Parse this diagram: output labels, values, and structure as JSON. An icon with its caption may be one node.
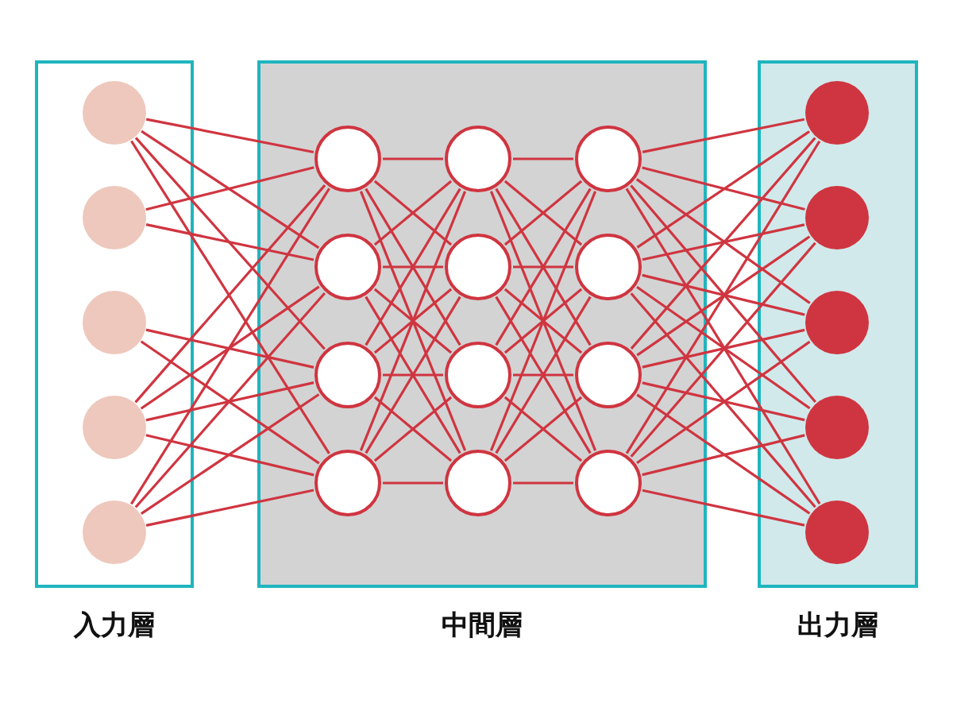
{
  "diagram": {
    "nodes": [
      {
        "text": [
          "入力層"
        ]
      },
      {
        "text": [],
        "shape": "circle",
        "in": 0
      },
      {
        "text": [],
        "shape": "circle",
        "in": 0
      },
      {
        "text": [],
        "shape": "circle",
        "in": 0
      },
      {
        "text": [],
        "shape": "circle",
        "in": 0
      },
      {
        "text": [],
        "shape": "circle",
        "in": 0
      },
      {
        "text": [
          "中間層"
        ]
      },
      {
        "text": [],
        "shape": "circle",
        "in": 6
      },
      {
        "text": [],
        "shape": "circle",
        "in": 6
      },
      {
        "text": [],
        "shape": "circle",
        "in": 6
      },
      {
        "text": [],
        "shape": "circle",
        "in": 6
      },
      {
        "text": [],
        "shape": "circle",
        "in": 6
      },
      {
        "text": [],
        "shape": "circle",
        "in": 6
      },
      {
        "text": [],
        "shape": "circle",
        "in": 6
      },
      {
        "text": [],
        "shape": "circle",
        "in": 6
      },
      {
        "text": [],
        "shape": "circle",
        "in": 6
      },
      {
        "text": [],
        "shape": "circle",
        "in": 6
      },
      {
        "text": [],
        "shape": "circle",
        "in": 6
      },
      {
        "text": [],
        "shape": "circle",
        "in": 6
      },
      {
        "text": [
          "出力層"
        ]
      },
      {
        "text": [],
        "shape": "circle",
        "in": 19
      },
      {
        "text": [],
        "shape": "circle",
        "in": 19
      },
      {
        "text": [],
        "shape": "circle",
        "in": 19
      },
      {
        "text": [],
        "shape": "circle",
        "in": 19
      },
      {
        "text": [],
        "shape": "circle",
        "in": 19
      }
    ],
    "edges": [
      {
        "from": 1,
        "to": 7,
        "arrow": "none"
      },
      {
        "from": 1,
        "to": 8,
        "arrow": "none"
      },
      {
        "from": 1,
        "to": 9,
        "arrow": "none"
      },
      {
        "from": 1,
        "to": 10,
        "arrow": "none"
      },
      {
        "from": 2,
        "to": 7,
        "arrow": "none"
      },
      {
        "from": 2,
        "to": 8,
        "arrow": "none"
      },
      {
        "from": 3,
        "to": 9,
        "arrow": "none"
      },
      {
        "from": 3,
        "to": 10,
        "arrow": "none"
      },
      {
        "from": 4,
        "to": 7,
        "arrow": "none"
      },
      {
        "from": 4,
        "to": 8,
        "arrow": "none"
      },
      {
        "from": 4,
        "to": 9,
        "arrow": "none"
      },
      {
        "from": 4,
        "to": 10,
        "arrow": "none"
      },
      {
        "from": 5,
        "to": 7,
        "arrow": "none"
      },
      {
        "from": 5,
        "to": 8,
        "arrow": "none"
      },
      {
        "from": 5,
        "to": 9,
        "arrow": "none"
      },
      {
        "from": 5,
        "to": 10,
        "arrow": "none"
      },
      {
        "from": 7,
        "to": 11,
        "arrow": "none"
      },
      {
        "from": 7,
        "to": 12,
        "arrow": "none"
      },
      {
        "from": 7,
        "to": 13,
        "arrow": "none"
      },
      {
        "from": 7,
        "to": 14,
        "arrow": "none"
      },
      {
        "from": 8,
        "to": 11,
        "arrow": "none"
      },
      {
        "from": 8,
        "to": 12,
        "arrow": "none"
      },
      {
        "from": 8,
        "to": 13,
        "arrow": "none"
      },
      {
        "from": 8,
        "to": 14,
        "arrow": "none"
      },
      {
        "from": 9,
        "to": 11,
        "arrow": "none"
      },
      {
        "from": 9,
        "to": 12,
        "arrow": "none"
      },
      {
        "from": 9,
        "to": 13,
        "arrow": "none"
      },
      {
        "from": 9,
        "to": 14,
        "arrow": "none"
      },
      {
        "from": 10,
        "to": 11,
        "arrow": "none"
      },
      {
        "from": 10,
        "to": 12,
        "arrow": "none"
      },
      {
        "from": 10,
        "to": 13,
        "arrow": "none"
      },
      {
        "from": 10,
        "to": 14,
        "arrow": "none"
      },
      {
        "from": 11,
        "to": 15,
        "arrow": "none"
      },
      {
        "from": 11,
        "to": 16,
        "arrow": "none"
      },
      {
        "from": 11,
        "to": 17,
        "arrow": "none"
      },
      {
        "from": 11,
        "to": 18,
        "arrow": "none"
      },
      {
        "from": 12,
        "to": 15,
        "arrow": "none"
      },
      {
        "from": 12,
        "to": 16,
        "arrow": "none"
      },
      {
        "from": 12,
        "to": 17,
        "arrow": "none"
      },
      {
        "from": 12,
        "to": 18,
        "arrow": "none"
      },
      {
        "from": 13,
        "to": 15,
        "arrow": "none"
      },
      {
        "from": 13,
        "to": 16,
        "arrow": "none"
      },
      {
        "from": 13,
        "to": 17,
        "arrow": "none"
      },
      {
        "from": 13,
        "to": 18,
        "arrow": "none"
      },
      {
        "from": 14,
        "to": 15,
        "arrow": "none"
      },
      {
        "from": 14,
        "to": 16,
        "arrow": "none"
      },
      {
        "from": 14,
        "to": 17,
        "arrow": "none"
      },
      {
        "from": 14,
        "to": 18,
        "arrow": "none"
      },
      {
        "from": 15,
        "to": 20,
        "arrow": "none"
      },
      {
        "from": 15,
        "to": 21,
        "arrow": "none"
      },
      {
        "from": 15,
        "to": 22,
        "arrow": "none"
      },
      {
        "from": 15,
        "to": 23,
        "arrow": "none"
      },
      {
        "from": 15,
        "to": 24,
        "arrow": "none"
      },
      {
        "from": 16,
        "to": 20,
        "arrow": "none"
      },
      {
        "from": 16,
        "to": 21,
        "arrow": "none"
      },
      {
        "from": 16,
        "to": 22,
        "arrow": "none"
      },
      {
        "from": 16,
        "to": 23,
        "arrow": "none"
      },
      {
        "from": 16,
        "to": 24,
        "arrow": "none"
      },
      {
        "from": 17,
        "to": 20,
        "arrow": "none"
      },
      {
        "from": 17,
        "to": 21,
        "arrow": "none"
      },
      {
        "from": 17,
        "to": 22,
        "arrow": "none"
      },
      {
        "from": 17,
        "to": 23,
        "arrow": "none"
      },
      {
        "from": 17,
        "to": 24,
        "arrow": "none"
      },
      {
        "from": 18,
        "to": 20,
        "arrow": "none"
      },
      {
        "from": 18,
        "to": 21,
        "arrow": "none"
      },
      {
        "from": 18,
        "to": 22,
        "arrow": "none"
      },
      {
        "from": 18,
        "to": 23,
        "arrow": "none"
      },
      {
        "from": 18,
        "to": 24,
        "arrow": "none"
      }
    ]
  }
}
